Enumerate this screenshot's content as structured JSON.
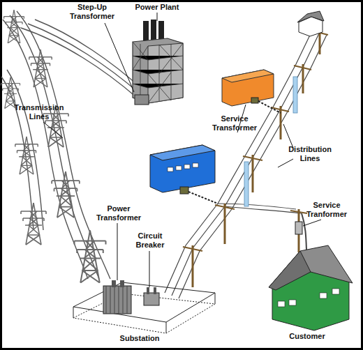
{
  "diagram": {
    "labels": [
      "Step-Up Transformer",
      "Power Plant",
      "Transmission Lines",
      "Service Transformer",
      "Distribution Lines",
      "Service Tranformer",
      "Power Transformer",
      "Circuit Breaker",
      "Substation",
      "Customer"
    ]
  }
}
